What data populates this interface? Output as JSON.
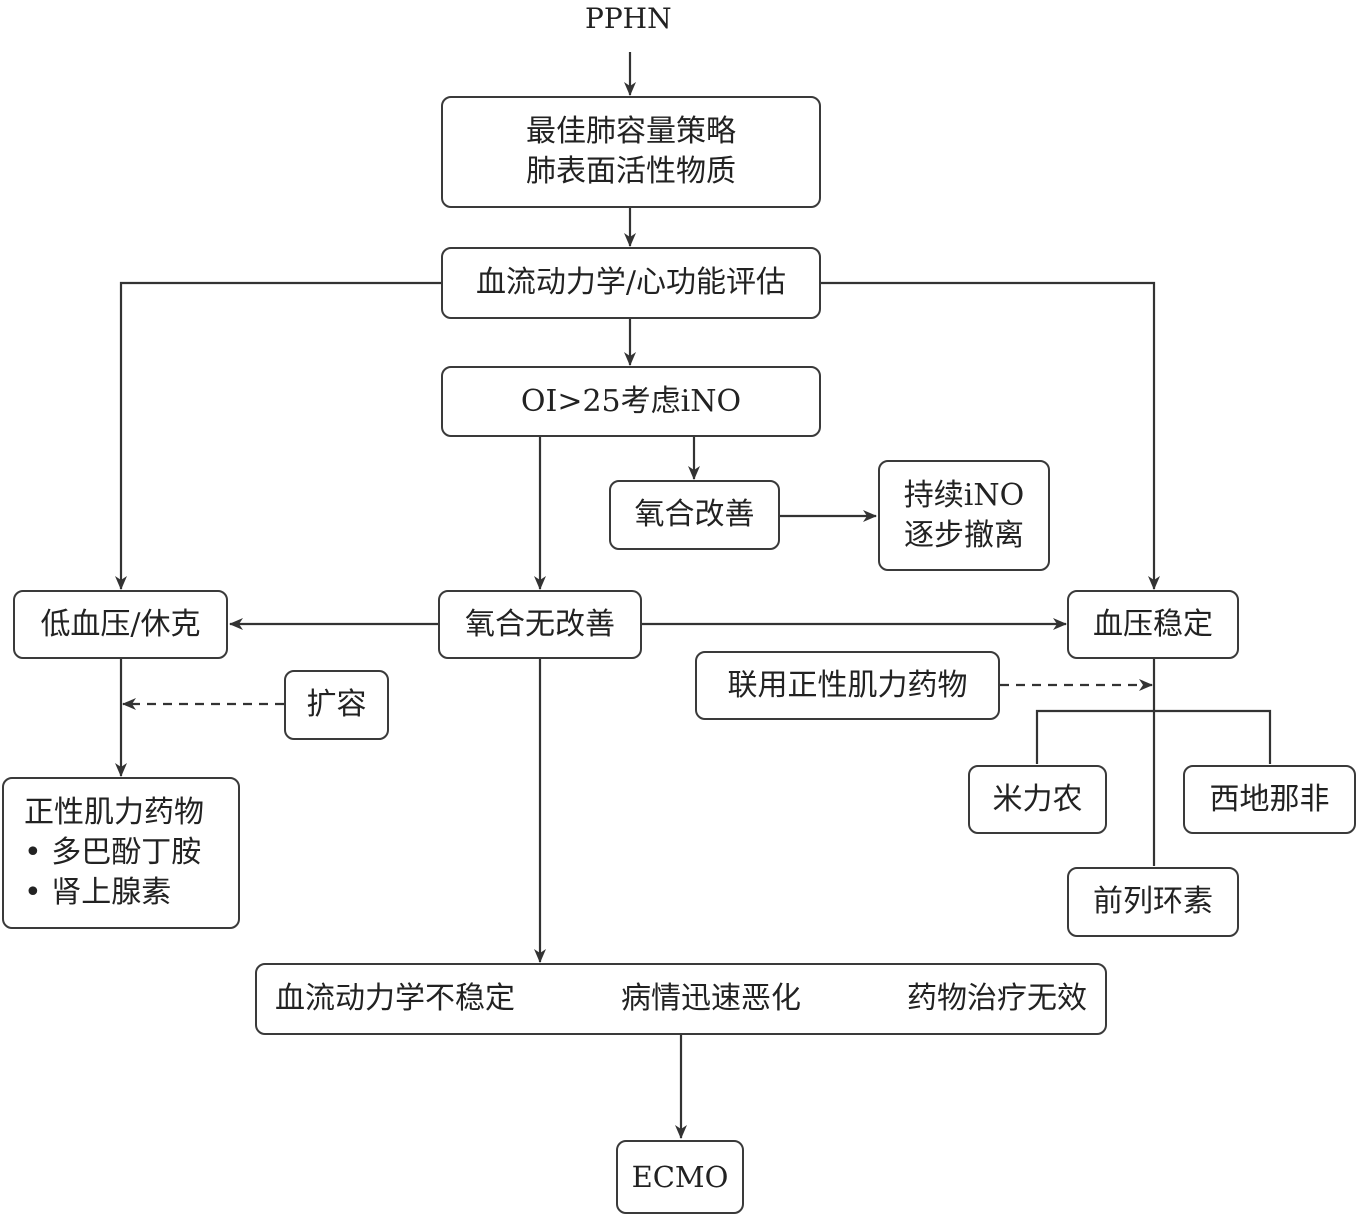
{
  "root": "PPHN",
  "nodes": {
    "lung": [
      "最佳肺容量策略",
      "肺表面活性物质"
    ],
    "hemo": "血流动力学/心功能评估",
    "oi": "OI>25考虑iNO",
    "improve": "氧合改善",
    "continue": [
      "持续iNO",
      "逐步撤离"
    ],
    "noimprove": "氧合无改善",
    "hypo": "低血压/休克",
    "expand": "扩容",
    "inotrope": [
      "正性肌力药物",
      "• 多巴酚丁胺",
      "• 肾上腺素"
    ],
    "stable": "血压稳定",
    "combo": "联用正性肌力药物",
    "milrinone": "米力农",
    "sildenafil": "西地那非",
    "prostacyclin": "前列环素",
    "ecmo_criteria": [
      "血流动力学不稳定",
      "病情迅速恶化",
      "药物治疗无效"
    ],
    "ecmo": "ECMO"
  }
}
